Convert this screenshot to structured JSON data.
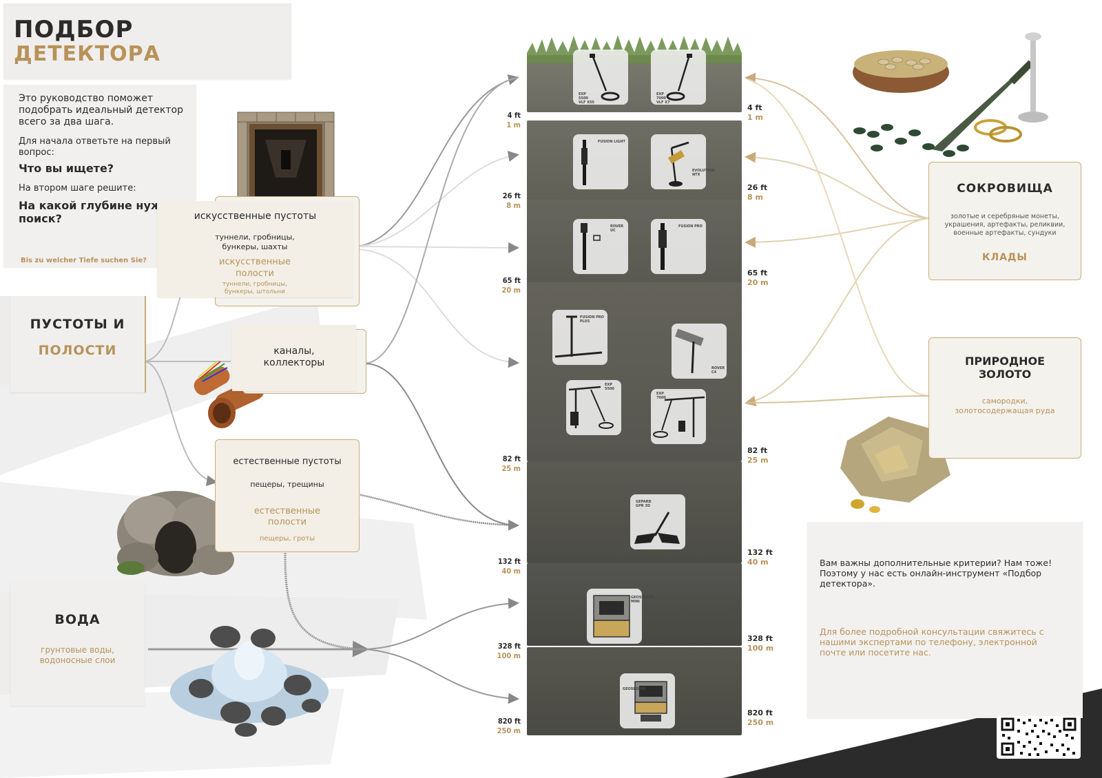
{
  "title": {
    "line1": "ПОДБОР",
    "line2": "ДЕТЕКТОРА"
  },
  "intro": {
    "p1": "Это руководство поможет подобрать идеальный детектор всего за два шага.",
    "p2": "Для начала ответьте на первый вопрос:",
    "q1": "Что вы ищете?",
    "p3": "На втором шаге решите:",
    "q2": "На какой глубине нужен поиск?",
    "hidden_text": "Bis zu welcher Tiefe suchen Sie?"
  },
  "voids": {
    "line1": "ПУСТОТЫ И",
    "line2": "ПОЛОСТИ"
  },
  "artificial": {
    "title": "искусственные пустоты",
    "desc": "туннели, гробницы, бункеры, шахты",
    "gold_title": "искусственные полости",
    "gold_desc": "туннели, гробницы, бункеры, штольни"
  },
  "canals": {
    "title": "каналы, коллекторы"
  },
  "natural": {
    "title": "естественные пустоты",
    "desc": "пещеры, трещины",
    "gold_title": "естественные полости",
    "gold_desc": "пещеры, гроты"
  },
  "water": {
    "title": "ВОДА",
    "desc": "грунтовые воды, водоносные слои"
  },
  "treasure": {
    "title": "СОКРОВИЩА",
    "desc": "золотые и серебряные монеты, украшения, артефакты, реликвии, военные артефакты, сундуки",
    "gold": "КЛАДЫ"
  },
  "gold_box": {
    "title": "ПРИРОДНОЕ ЗОЛОТО",
    "desc": "самородки, золотосодержащая руда"
  },
  "info": {
    "p1": "Вам важны дополнительные критерии? Нам тоже! Поэтому у нас есть онлайн-инструмент «Подбор детектора».",
    "p2": "Для более подробной консультации свяжитесь с нашими экспертами по телефону, электронной почте или посетите нас."
  },
  "depths_left": [
    {
      "ft": "4 ft",
      "m": "1 m"
    },
    {
      "ft": "26 ft",
      "m": "8 m"
    },
    {
      "ft": "65 ft",
      "m": "20 m"
    },
    {
      "ft": "82 ft",
      "m": "25 m"
    },
    {
      "ft": "132 ft",
      "m": "40 m"
    },
    {
      "ft": "328 ft",
      "m": "100 m"
    },
    {
      "ft": "820 ft",
      "m": "250 m"
    }
  ],
  "depths_right": [
    {
      "ft": "4 ft",
      "m": "1 m"
    },
    {
      "ft": "26 ft",
      "m": "8 m"
    },
    {
      "ft": "65 ft",
      "m": "20 m"
    },
    {
      "ft": "82 ft",
      "m": "25 m"
    },
    {
      "ft": "132 ft",
      "m": "40 m"
    },
    {
      "ft": "328 ft",
      "m": "100 m"
    },
    {
      "ft": "820 ft",
      "m": "250 m"
    }
  ],
  "devices": {
    "d1": "EXP 5500 VLF X55",
    "d2": "EXP 7000 VLF X7",
    "d3": "FUSION LIGHT",
    "d4": "EVOLUTION NTX",
    "d5": "ROVER UC",
    "d6": "FUSION PRO",
    "d7": "FUSION PRO PLUS",
    "d8": "ROVER C4",
    "d9": "EXP 5500",
    "d10": "EXP 7000",
    "d11": "GEPARD GPR 3D",
    "d12": "GEOSEEKER MINI",
    "d13": "GEOSEEKER"
  },
  "colors": {
    "gold": "#b8925a",
    "card": "#f1efe9",
    "soil": "#5f5d55"
  }
}
